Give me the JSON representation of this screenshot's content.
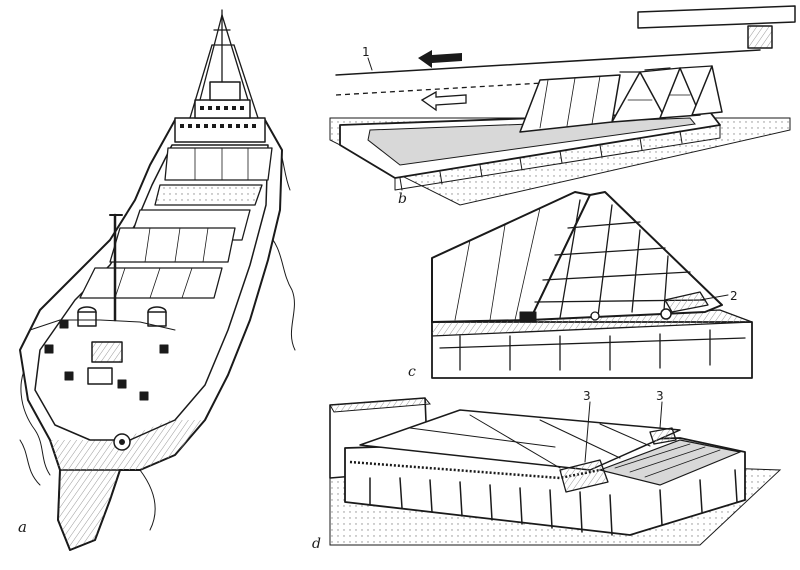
{
  "figure": {
    "panel_labels": {
      "a": "a",
      "b": "b",
      "c": "c",
      "d": "d"
    },
    "callouts": {
      "one": "1",
      "two": "2",
      "three_left": "3",
      "three_right": "3"
    },
    "colors": {
      "ink": "#1a1a1a",
      "paper": "#ffffff",
      "hatch": "#9a9a9a",
      "shade": "#d8d8d8"
    }
  }
}
